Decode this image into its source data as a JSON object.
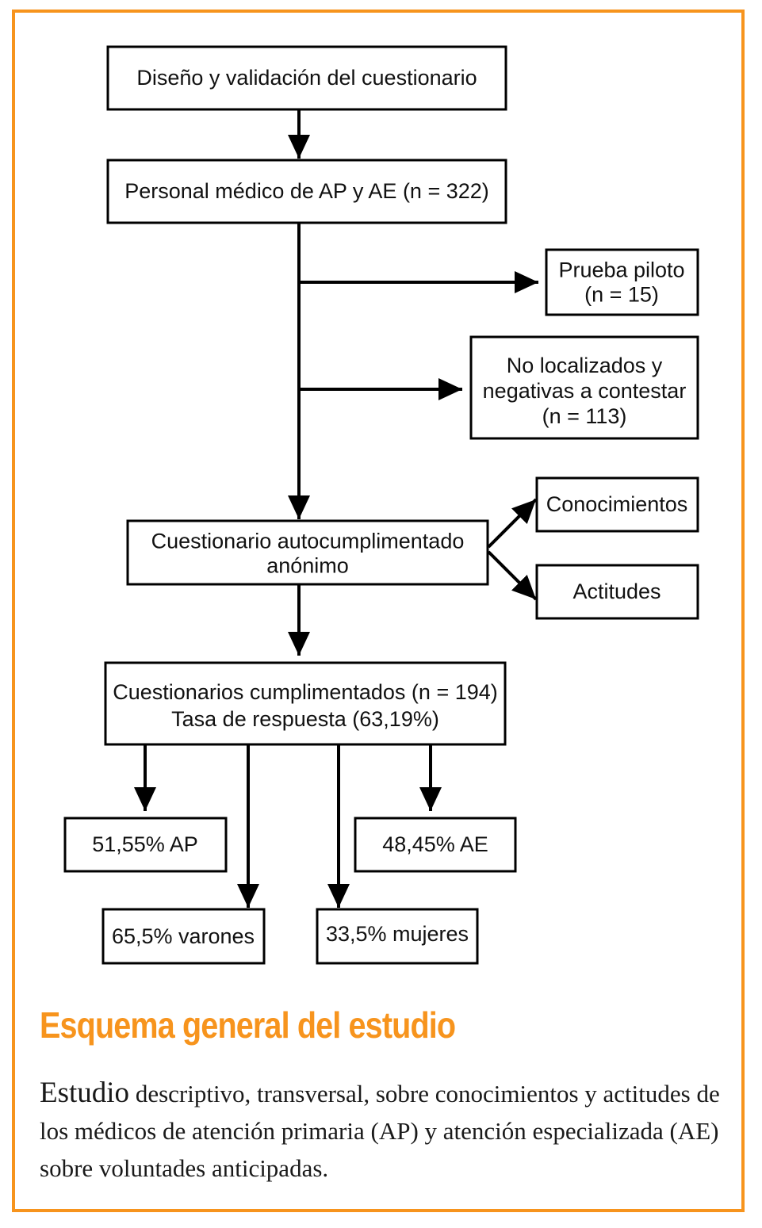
{
  "colors": {
    "frame": "#f7941d",
    "title": "#f7941d",
    "stroke": "#000000",
    "text": "#111111"
  },
  "nodes": {
    "design": [
      "Diseño y validación del cuestionario"
    ],
    "staff": [
      "Personal médico de AP y AE (n = 322)"
    ],
    "pilot": [
      "Prueba piloto",
      "(n = 15)"
    ],
    "not_found": [
      "No localizados y",
      "negativas a contestar",
      "(n = 113)"
    ],
    "questionnaire": [
      "Cuestionario autocumplimentado",
      "anónimo"
    ],
    "knowledge": [
      "Conocimientos"
    ],
    "attitudes": [
      "Actitudes"
    ],
    "completed": [
      "Cuestionarios cumplimentados (n = 194)",
      "Tasa de respuesta (63,19%)"
    ],
    "ap": [
      "51,55% AP"
    ],
    "ae": [
      "48,45% AE"
    ],
    "men": [
      "65,5% varones"
    ],
    "women": [
      "33,5% mujeres"
    ]
  },
  "caption": {
    "title": "Esquema general del estudio",
    "first_word": "Estudio",
    "body": " descriptivo, transversal, sobre conocimientos y actitudes de los médicos de atención primaria (AP) y atención especializada (AE) sobre voluntades anticipadas."
  }
}
